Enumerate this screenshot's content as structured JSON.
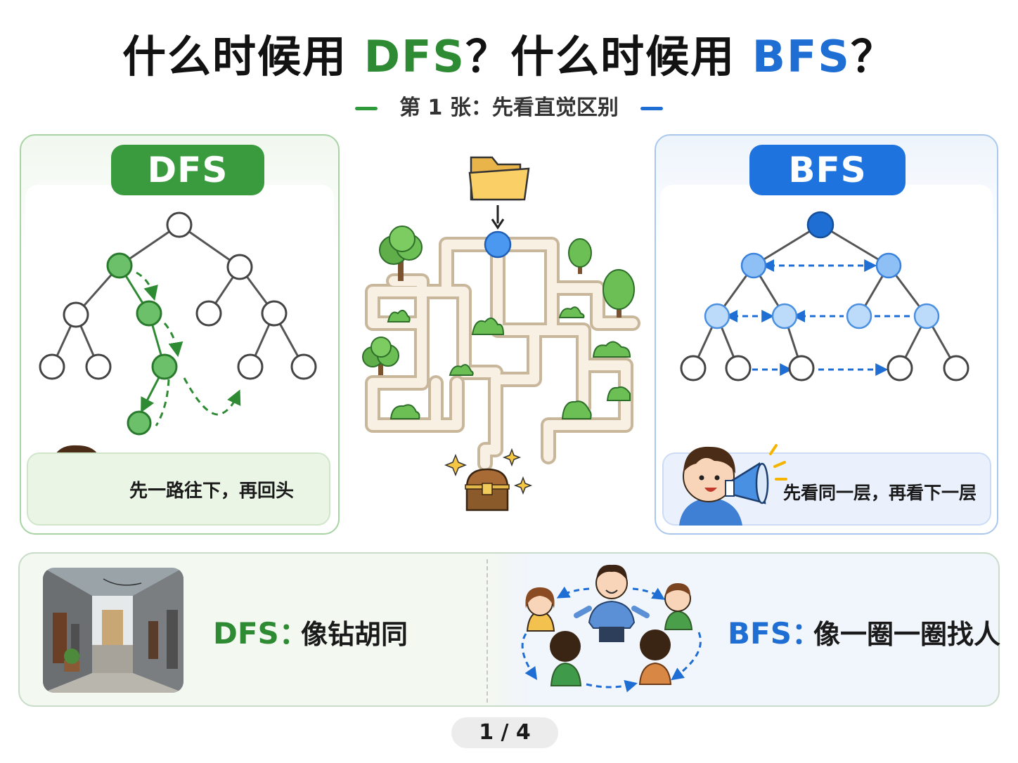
{
  "header": {
    "title_part1": "什么时候用 ",
    "title_dfs": "DFS",
    "title_part2": "？什么时候用 ",
    "title_bfs": "BFS",
    "title_part3": "？",
    "subtitle": "第 1 张：先看直觉区别"
  },
  "dfs_panel": {
    "label": "DFS",
    "caption": "先一路往下，再回头"
  },
  "bfs_panel": {
    "label": "BFS",
    "caption": "先看同一层，再看下一层"
  },
  "bottom": {
    "dfs_label": "DFS：",
    "dfs_text": "像钻胡同",
    "bfs_label": "BFS：",
    "bfs_text": "像一圈一圈找人"
  },
  "pagination": {
    "text": "1 / 4"
  },
  "colors": {
    "dfs_green": "#2e8b33",
    "bfs_blue": "#1f6ed4"
  },
  "icons": [
    "folder-icon",
    "treasure-chest-icon",
    "sparkle-icon",
    "tree-icon",
    "bush-icon",
    "magnifier-icon",
    "megaphone-icon"
  ]
}
